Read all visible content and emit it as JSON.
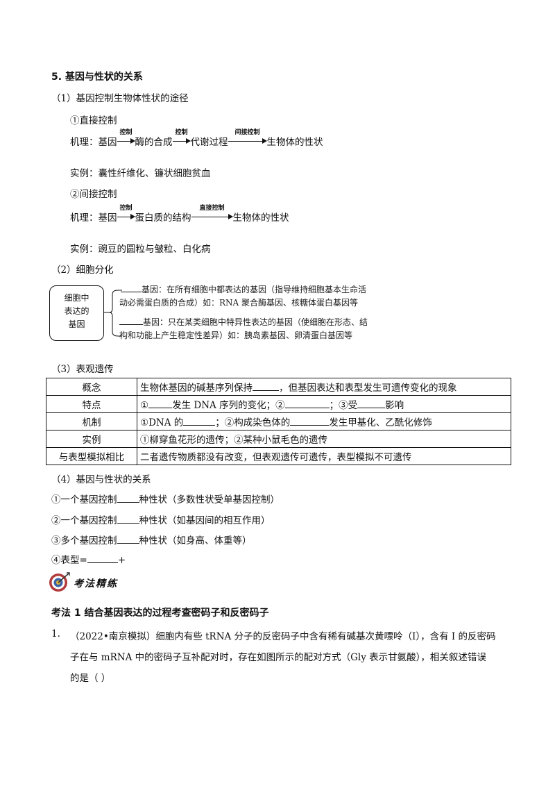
{
  "section5": {
    "title": "5. 基因与性状的关系",
    "sub1": "（1）基因控制生物体性状的途径",
    "direct_heading": "①直接控制",
    "mech_label": "机理：",
    "mech1": {
      "gene": "基因",
      "arrow1": "控制",
      "step1": "酶的合成",
      "arrow2": "控制",
      "step2": "代谢过程",
      "arrow3": "间接控制",
      "result": "生物体的性状"
    },
    "example1": "实例：囊性纤维化、镰状细胞贫血",
    "indirect_heading": "②间接控制",
    "mech2": {
      "gene": "基因",
      "arrow1": "控制",
      "step1": "蛋白质的结构",
      "arrow2": "直接控制",
      "result": "生物体的性状"
    },
    "example2": "实例：豌豆的圆粒与皱粒、白化病",
    "sub2": "（2）细胞分化",
    "diagram": {
      "box_line1": "细胞中",
      "box_line2": "表达的",
      "box_line3": "基因",
      "top_line1": "基因：在所有细胞中都表达的基因（指导维持细胞基本生命活",
      "top_line2": "动必需蛋白质的合成）如：RNA 聚合酶基因、核糖体蛋白基因等",
      "bottom_line1": "基因：只在某类细胞中特异性表达的基因（使细胞在形态、结",
      "bottom_line2": "构和功能上产生稳定性差异）如：胰岛素基因、卵清蛋白基因等"
    },
    "sub3": "（3）表观遗传",
    "table": [
      {
        "label": "概念",
        "content_a": "生物体基因的碱基序列保持",
        "content_b": "，但基因表达和表型发生可遗传变化的现象"
      },
      {
        "label": "特点",
        "content_a": "①",
        "content_b": "发生 DNA 序列的变化；②",
        "content_c": "；③受",
        "content_d": "影响"
      },
      {
        "label": "机制",
        "content_a": "①DNA 的",
        "content_b": "；②构成染色体的",
        "content_c": "发生甲基化、乙酰化修饰"
      },
      {
        "label": "实例",
        "content_a": "①柳穿鱼花形的遗传；②某种小鼠毛色的遗传"
      },
      {
        "label": "与表型模拟相比",
        "content_a": "二者遗传物质都没有改变，但表观遗传可遗传，表型模拟不可遗传"
      }
    ],
    "sub4": "（4）基因与性状的关系",
    "rel1_a": "①一个基因控制",
    "rel1_b": "种性状（多数性状受单基因控制）",
    "rel2_a": "②一个基因控制",
    "rel2_b": "种性状（如基因间的相互作用）",
    "rel3_a": "③多个基因控制",
    "rel3_b": "种性状（如身高、体重等）",
    "rel4_a": "④表型=",
    "rel4_b": "+"
  },
  "banner": {
    "text": "考法精练",
    "icon": "target-icon"
  },
  "method1": {
    "title": "考法 1  结合基因表达的过程考查密码子和反密码子"
  },
  "question1": {
    "number": "1.",
    "line1": "（2022•南京模拟）细胞内有些 tRNA 分子的反密码子中含有稀有碱基次黄嘌呤（I），含有 I 的反密码",
    "line2": "子在与 mRNA 中的密码子互补配对时，存在如图所示的配对方式（Gly 表示甘氨酸），相关叙述错误",
    "line3": "的是（        ）"
  }
}
